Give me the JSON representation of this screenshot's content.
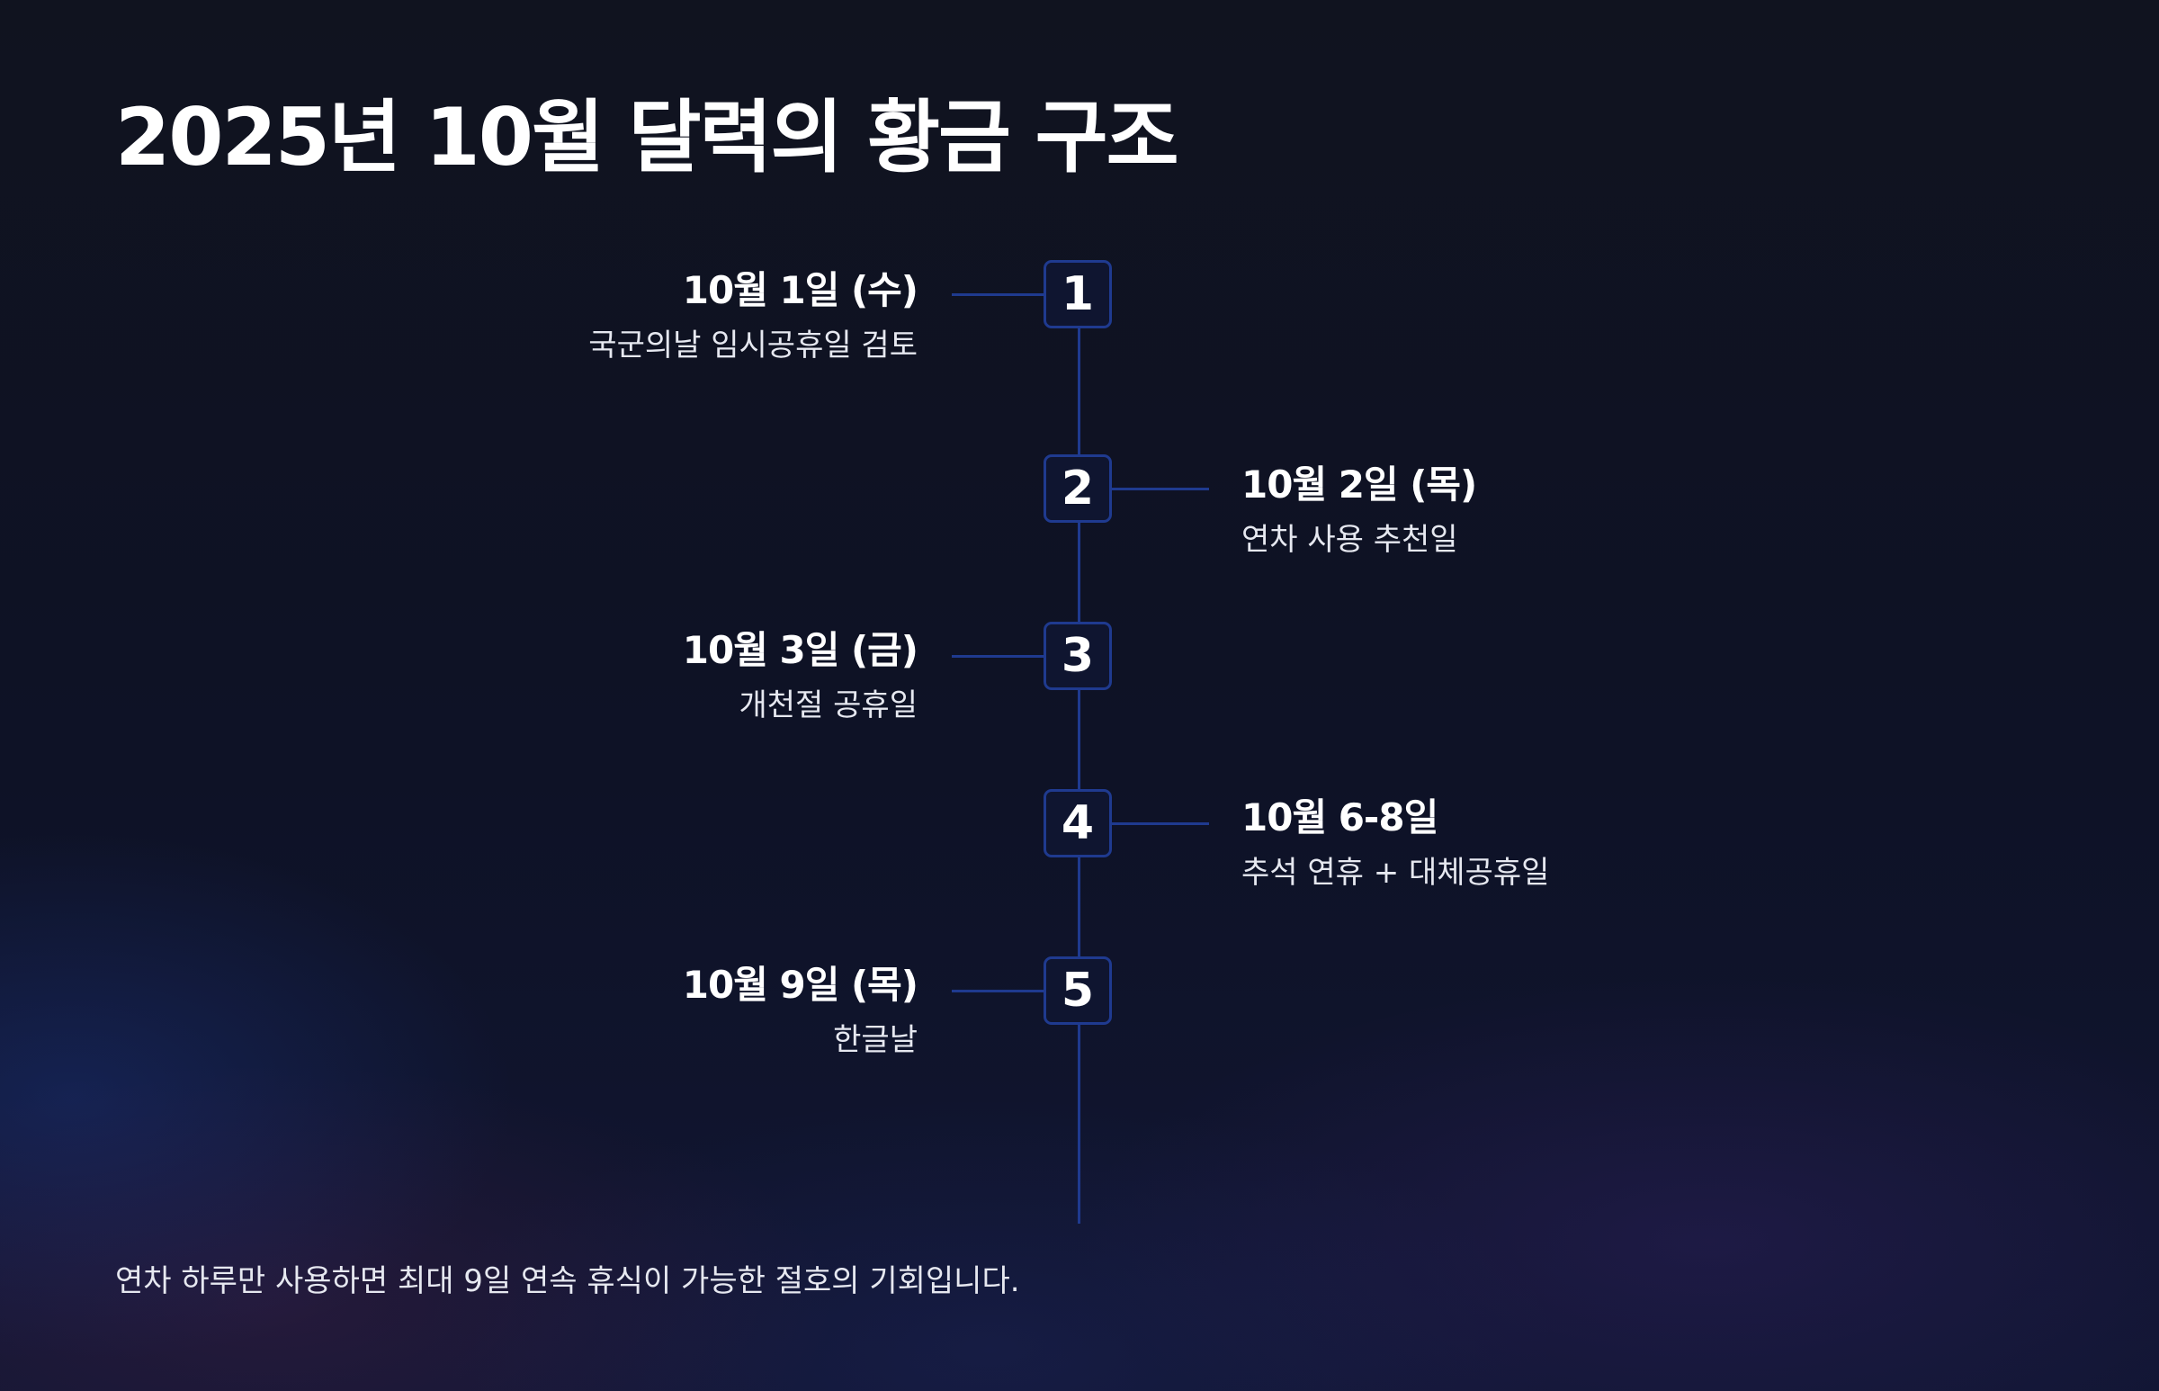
{
  "title": "2025년 10월 달력의 황금 구조",
  "steps": [
    {
      "number": "1",
      "date": "10월 1일 (수)",
      "description": "국군의날 임시공휴일 검토",
      "side": "left"
    },
    {
      "number": "2",
      "date": "10월 2일 (목)",
      "description": "연차 사용 추천일",
      "side": "right"
    },
    {
      "number": "3",
      "date": "10월 3일 (금)",
      "description": "개천절 공휴일",
      "side": "left"
    },
    {
      "number": "4",
      "date": "10월 6-8일",
      "description": "추석 연휴 + 대체공휴일",
      "side": "right"
    },
    {
      "number": "5",
      "date": "10월 9일 (목)",
      "description": "한글날",
      "side": "left"
    }
  ],
  "footer": "연차 하루만 사용하면 최대 9일 연속 휴식이 가능한 절호의 기회입니다.",
  "colors": {
    "background": "#10131f",
    "line": "#1f3a8f",
    "box_fill": "#0f1530",
    "text": "#ffffff"
  }
}
